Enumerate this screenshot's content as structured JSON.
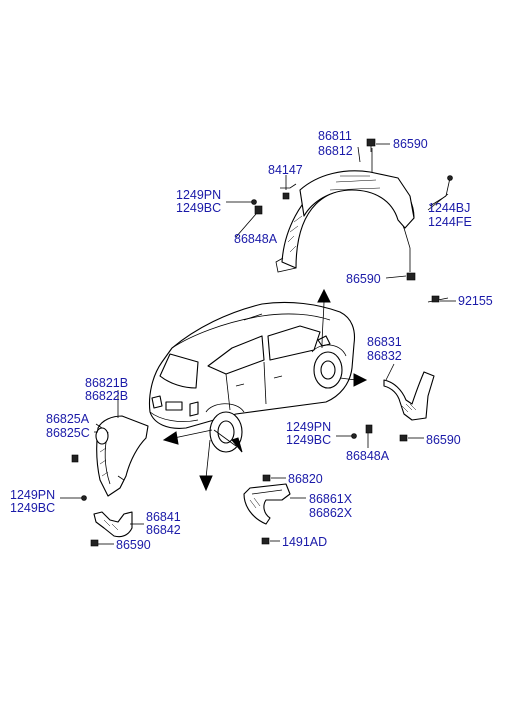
{
  "labels": {
    "p86811": "86811",
    "p86812": "86812",
    "p86590_top": "86590",
    "p84147": "84147",
    "p1249PN_top": "1249PN",
    "p1249BC_top": "1249BC",
    "p1244BJ": "1244BJ",
    "p1244FE": "1244FE",
    "p86848A_top": "86848A",
    "p86590_mid": "86590",
    "p92155": "92155",
    "p86831": "86831",
    "p86832": "86832",
    "p86821B": "86821B",
    "p86822B": "86822B",
    "p86825A": "86825A",
    "p86825C": "86825C",
    "p1249PN_right": "1249PN",
    "p1249BC_right": "1249BC",
    "p86590_right": "86590",
    "p86848A_right": "86848A",
    "p1249PN_left": "1249PN",
    "p1249BC_left": "1249BC",
    "p86820": "86820",
    "p86861X": "86861X",
    "p86862X": "86862X",
    "p86841": "86841",
    "p86842": "86842",
    "p86590_bottom": "86590",
    "p1491AD": "1491AD"
  }
}
